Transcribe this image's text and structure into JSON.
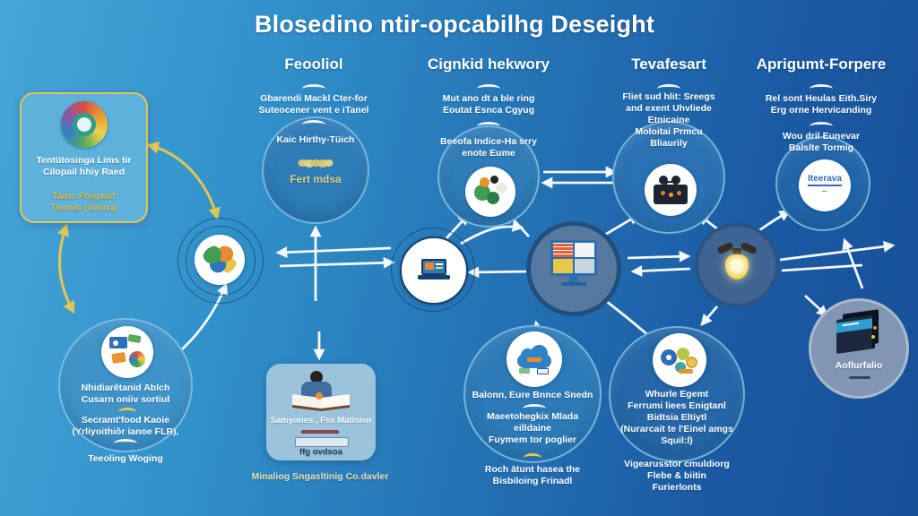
{
  "title": "Blosedino ntir-opcabilhg Deseight",
  "columns": [
    {
      "header": "Feooliol",
      "subtext": "Gbarendi Mackl Cter-for\nSuteocener vent e iTanel",
      "circle_title": "Kaic Hirthy-Tüich",
      "circle_caption": "Fert mdsa"
    },
    {
      "header": "Cignkid hekwory",
      "subtext": "Mut ano dt a ble ring\nEoutat Esnca Cgyug",
      "circle_text": "Beeofa Indice-Ha srry\nenote Eume"
    },
    {
      "header": "Tevafesart",
      "subtext": "Fliet sud hlit: Sreegs\nand exent Uhvliede\nEtnicaine\nMoloitai Prmcu\nBliaurily"
    },
    {
      "header": "Aprigumt-Forpere",
      "subtext": "Rel sont Heulas Eith.Siry\nErg orne Hervicanding",
      "subtext2": "Wou dril Eunevar\nBalslte Tormig"
    }
  ],
  "left_panel": {
    "text": "Tentütosinga Lims tir\nCilopail hhiy Raed",
    "highlight": "Tains Fregviat\nTeurus (vinina)"
  },
  "bottom_left_circle": {
    "line1": "Nhidiarêtanid Ablch\nCusarn oniiv sortiul",
    "line2": "Secramt'food Kaoie\n(Yrliyoithiôr ianoe FLR),",
    "line3": "Teeoling Woging"
  },
  "reading_panel": {
    "line1": "Samyones , Fss Matlsisn",
    "line2": "ffg ovdsoa",
    "caption": "Minaliog Sngasltinig Co.davler"
  },
  "cloud_circle": {
    "line1": "Balonn, Eure Bnnce Snedn",
    "line2": "Maeetohegkix Mlada\neilldaine\nFuymem tor poglier",
    "caption": "Roch ätunt hasea the\nBisbiloing Frinadl"
  },
  "gears_circle": {
    "text": "Whurle Egemt\nFerrumi liees Enigtanl\nBidtsia Eltiytl\n(Nurarcait te l'Einel amgs\nSquil:l)",
    "caption": "Vigearusstor cmuldiorg\nFlebe & biitin\nFurierlonts"
  },
  "iteerava_circle": {
    "label": "Iteerava"
  },
  "book_circle": {
    "label": "Aoflurfalio"
  },
  "colors": {
    "accent_yellow": "#e9c94d",
    "bg_left": "#45a6d9",
    "bg_right": "#174f97",
    "circle_blue": "#2e7cb8",
    "slate_circle": "#57799f"
  }
}
